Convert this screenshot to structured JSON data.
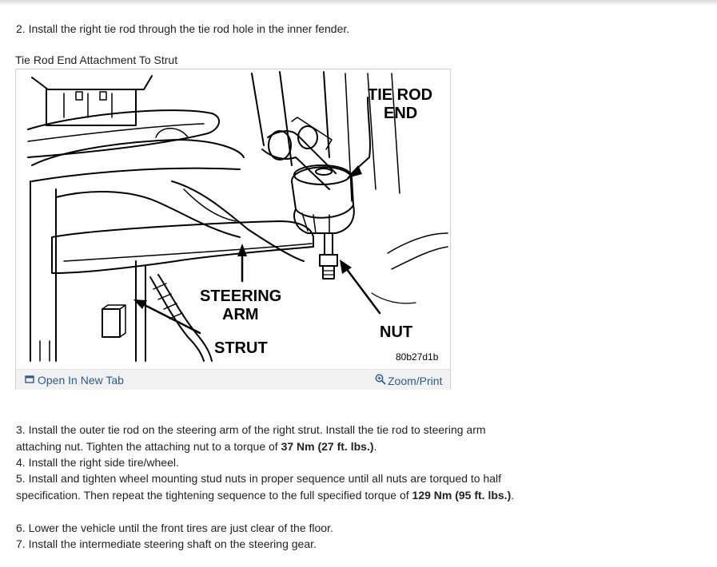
{
  "steps": {
    "s2": "2. Install the right tie rod through the tie rod hole in the inner fender.",
    "s3_part1": "3. Install the outer tie rod on the steering arm of the right strut. Install the tie rod to steering arm attaching nut. Tighten the attaching nut to a torque of ",
    "s3_bold": "37 Nm (27 ft. lbs.)",
    "s3_part2": ".",
    "s4": "4. Install the right side tire/wheel.",
    "s5_part1": "5. Install and tighten wheel mounting stud nuts in proper sequence until all nuts are torqued to half specification. Then repeat the tightening sequence to the full specified torque of ",
    "s5_bold": "129 Nm (95 ft. lbs.)",
    "s5_part2": ".",
    "s6": "6. Lower the vehicle until the front tires are just clear of the floor.",
    "s7": "7. Install the intermediate steering shaft on the steering gear."
  },
  "figure": {
    "caption": "Tie Rod End Attachment To Strut",
    "labels": {
      "tie_rod_line1": "TIE ROD",
      "tie_rod_line2": "END",
      "steering_line1": "STEERING",
      "steering_line2": "ARM",
      "strut": "STRUT",
      "nut": "NUT",
      "code": "80b27d1b"
    },
    "open_new_tab": "Open In New Tab",
    "zoom_print": "Zoom/Print"
  },
  "colors": {
    "link": "#2a5c8f",
    "footer_bg": "#f1f1f1"
  },
  "icons": [
    "open-tab-icon",
    "zoom-icon"
  ]
}
